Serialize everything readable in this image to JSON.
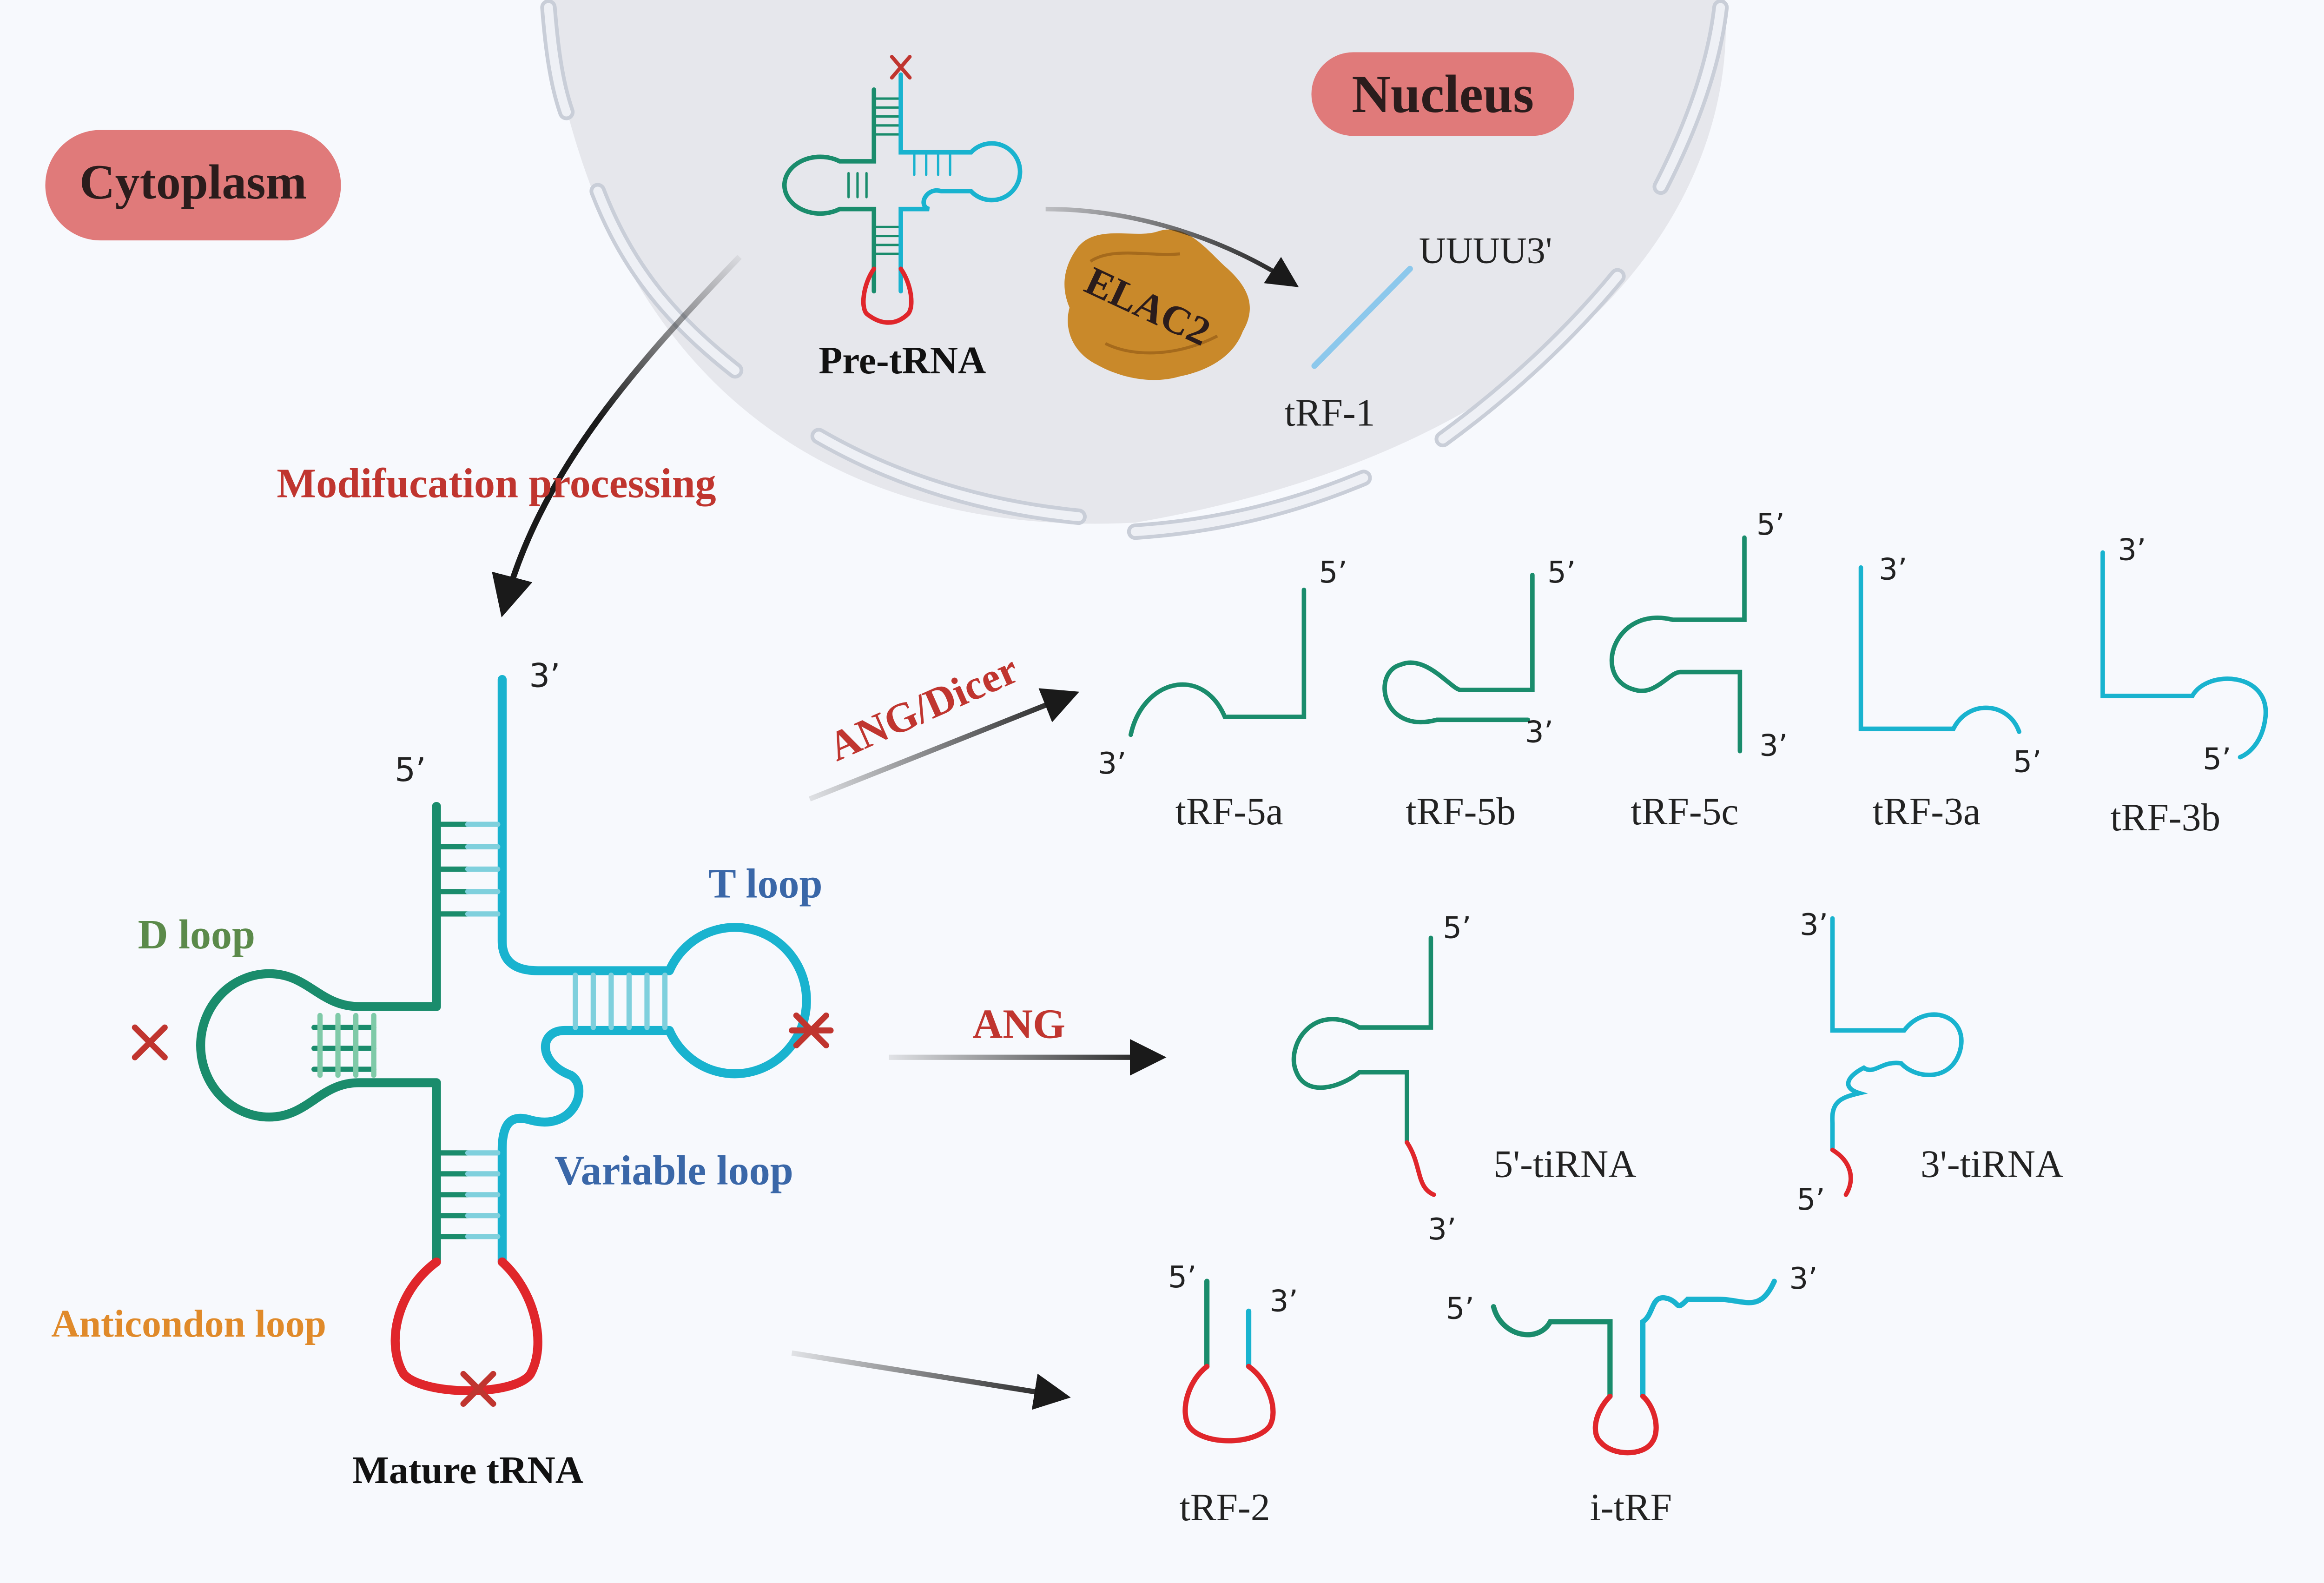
{
  "regions": {
    "cytoplasm": "Cytoplasm",
    "nucleus": "Nucleus"
  },
  "pre_trna": {
    "label": "Pre-tRNA"
  },
  "enzyme": {
    "label": "ELAC2"
  },
  "trf1": {
    "label": "tRF-1",
    "tail": "UUUU3'"
  },
  "mature": {
    "label": "Mature tRNA",
    "d_loop": "D loop",
    "t_loop": "T loop",
    "variable_loop": "Variable loop",
    "anticodon_loop": "Anticondon loop",
    "end_5": "5’",
    "end_3": "3’"
  },
  "arrows": {
    "modification": "Modifucation processing",
    "ang_dicer": "ANG/Dicer",
    "ang": "ANG"
  },
  "fragments": {
    "trf5a": {
      "label": "tRF-5a",
      "end_5": "5’",
      "end_3": "3’"
    },
    "trf5b": {
      "label": "tRF-5b",
      "end_5": "5’",
      "end_3": "3’"
    },
    "trf5c": {
      "label": "tRF-5c",
      "end_5": "5’",
      "end_3": "3’"
    },
    "trf3a": {
      "label": "tRF-3a",
      "end_5": "5’",
      "end_3": "3’"
    },
    "trf3b": {
      "label": "tRF-3b",
      "end_5": "5’",
      "end_3": "3’"
    },
    "tirna5": {
      "label": "5'-tiRNA",
      "end_5": "5’",
      "end_3": "3’"
    },
    "tirna3": {
      "label": "3'-tiRNA",
      "end_5": "5’",
      "end_3": "3’"
    },
    "trf2": {
      "label": "tRF-2",
      "end_5": "5’",
      "end_3": "3’"
    },
    "itrf": {
      "label": "i-tRF",
      "end_5": "5’",
      "end_3": "3’"
    }
  },
  "colors": {
    "green": "#1a8c6c",
    "cyan": "#19b3cf",
    "red": "#e0262b",
    "pill": "#e07a7a",
    "label_red": "#c0352f",
    "label_blue": "#3a67a8",
    "label_green": "#5b8a4a",
    "label_orange": "#e08a2a",
    "enzyme": "#c9892a"
  }
}
